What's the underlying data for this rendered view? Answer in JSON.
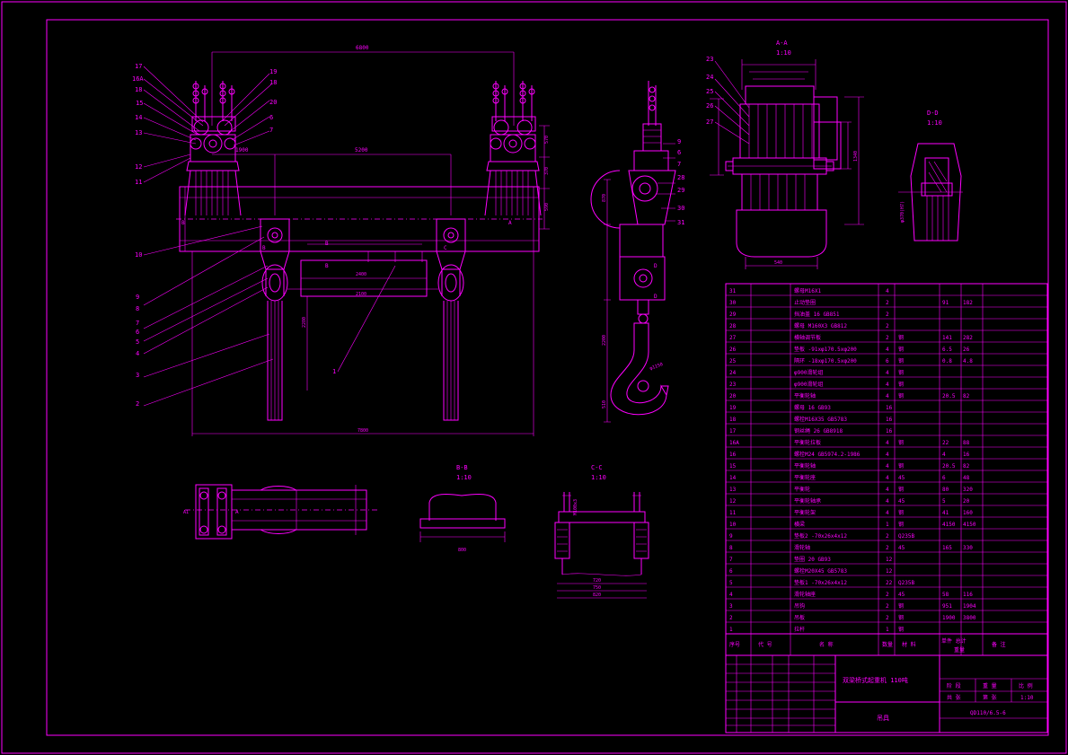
{
  "colors": {
    "background": "#000000",
    "line": "#ff00ff",
    "accent": "#ffffff"
  },
  "views": {
    "section_aa": {
      "label": "A-A",
      "scale": "1:10"
    },
    "section_bb": {
      "label": "B-B",
      "scale": "1:10"
    },
    "section_cc": {
      "label": "C-C",
      "scale": "1:10"
    },
    "section_dd": {
      "label": "D-D",
      "scale": "1:10"
    }
  },
  "front_view": {
    "dims": {
      "top_span": "6800",
      "inner_span": "5200",
      "bottom_width": "2400",
      "inner_width": "2100",
      "overall_width": "7800",
      "left_top": "1900"
    },
    "callouts_left": [
      "17",
      "16A",
      "18",
      "15",
      "14",
      "13",
      "12",
      "11",
      "10",
      "9",
      "8",
      "7",
      "6",
      "5",
      "4",
      "3",
      "2"
    ],
    "callouts_right": [
      "19",
      "18",
      "20",
      "6",
      "7"
    ],
    "callout_center": "1"
  },
  "side_view": {
    "callouts": [
      "9",
      "6",
      "7",
      "28",
      "29",
      "30",
      "31"
    ],
    "dia_label": "φ1150"
  },
  "section_aa_callouts": [
    "23",
    "24",
    "25",
    "26",
    "27"
  ],
  "parts_table": {
    "rows": [
      {
        "no": "31",
        "name": "螺母M16X1",
        "qty": "4",
        "mat": "",
        "unit": "",
        "total": ""
      },
      {
        "no": "30",
        "name": "止动垫圈",
        "qty": "2",
        "mat": "",
        "unit": "91",
        "total": "182"
      },
      {
        "no": "29",
        "name": "挡油盖 16 GB851",
        "qty": "2",
        "mat": "",
        "unit": "",
        "total": ""
      },
      {
        "no": "28",
        "name": "螺母 M160X3 GB812",
        "qty": "2",
        "mat": "",
        "unit": "",
        "total": ""
      },
      {
        "no": "27",
        "name": "横轴调节板",
        "qty": "2",
        "mat": "钢",
        "unit": "141",
        "total": "282"
      },
      {
        "no": "26",
        "name": "垫板 -91xφ170.5xφ200",
        "qty": "4",
        "mat": "钢",
        "unit": "6.5",
        "total": "26"
      },
      {
        "no": "25",
        "name": "隔环 -18xφ170.5xφ200",
        "qty": "6",
        "mat": "钢",
        "unit": "0.8",
        "total": "4.8"
      },
      {
        "no": "24",
        "name": "φ900滑轮组",
        "qty": "4",
        "mat": "钢",
        "unit": "",
        "total": ""
      },
      {
        "no": "23",
        "name": "φ900滑轮组",
        "qty": "4",
        "mat": "钢",
        "unit": "",
        "total": ""
      },
      {
        "no": "20",
        "name": "平衡轮轴",
        "qty": "4",
        "mat": "钢",
        "unit": "20.5",
        "total": "82"
      },
      {
        "no": "19",
        "name": "螺母 16 GB93",
        "qty": "16",
        "mat": "",
        "unit": "",
        "total": ""
      },
      {
        "no": "18",
        "name": "螺栓M16X35 GB5783",
        "qty": "16",
        "mat": "",
        "unit": "",
        "total": ""
      },
      {
        "no": "17",
        "name": "钢丝绳 26 GB8918",
        "qty": "16",
        "mat": "",
        "unit": "",
        "total": ""
      },
      {
        "no": "16A",
        "name": "平衡轮拉板",
        "qty": "4",
        "mat": "钢",
        "unit": "22",
        "total": "88"
      },
      {
        "no": "16",
        "name": "螺栓M24 GB5974.2-1986",
        "qty": "4",
        "mat": "",
        "unit": "4",
        "total": "16"
      },
      {
        "no": "15",
        "name": "平衡轮轴",
        "qty": "4",
        "mat": "钢",
        "unit": "20.5",
        "total": "82"
      },
      {
        "no": "14",
        "name": "平衡轮座",
        "qty": "4",
        "mat": "45",
        "unit": "6",
        "total": "48"
      },
      {
        "no": "13",
        "name": "平衡轮",
        "qty": "4",
        "mat": "钢",
        "unit": "80",
        "total": "320"
      },
      {
        "no": "12",
        "name": "平衡轮轴承",
        "qty": "4",
        "mat": "45",
        "unit": "5",
        "total": "20"
      },
      {
        "no": "11",
        "name": "平衡轮架",
        "qty": "4",
        "mat": "钢",
        "unit": "41",
        "total": "160"
      },
      {
        "no": "10",
        "name": "横梁",
        "qty": "1",
        "mat": "钢",
        "unit": "4150",
        "total": "4150"
      },
      {
        "no": "9",
        "name": "垫板2 -70x26x4x12",
        "qty": "2",
        "mat": "Q235B",
        "unit": "",
        "total": ""
      },
      {
        "no": "8",
        "name": "滑轮轴",
        "qty": "2",
        "mat": "45",
        "unit": "165",
        "total": "330"
      },
      {
        "no": "7",
        "name": "垫圈 20 GB93",
        "qty": "12",
        "mat": "",
        "unit": "",
        "total": ""
      },
      {
        "no": "6",
        "name": "螺栓M20X45 GB5783",
        "qty": "12",
        "mat": "",
        "unit": "",
        "total": ""
      },
      {
        "no": "5",
        "name": "垫板1 -70x26x4x12",
        "qty": "22",
        "mat": "Q235B",
        "unit": "",
        "total": ""
      },
      {
        "no": "4",
        "name": "滑轮轴座",
        "qty": "2",
        "mat": "45",
        "unit": "58",
        "total": "116"
      },
      {
        "no": "3",
        "name": "吊钩",
        "qty": "2",
        "mat": "钢",
        "unit": "951",
        "total": "1904"
      },
      {
        "no": "2",
        "name": "吊板",
        "qty": "2",
        "mat": "钢",
        "unit": "1900",
        "total": "3800"
      },
      {
        "no": "1",
        "name": "拉杆",
        "qty": "1",
        "mat": "钢",
        "unit": "",
        "total": ""
      }
    ],
    "header": {
      "no": "序号",
      "code": "代 号",
      "name": "名 称",
      "qty": "数量",
      "mat": "材 料",
      "weight": "单件 总计",
      "weight_sub": "重量",
      "remark": "备 注"
    }
  },
  "title_block": {
    "title": "双梁桥式起重机 110吨",
    "drawing_name": "吊具",
    "cells": {
      "stage": "阶 段",
      "weight": "重 量",
      "ratio": "比 例",
      "sheet": "共 张",
      "page": "第 张",
      "scale": "1:10"
    },
    "drawing_no": "QD110/6.5-6"
  }
}
